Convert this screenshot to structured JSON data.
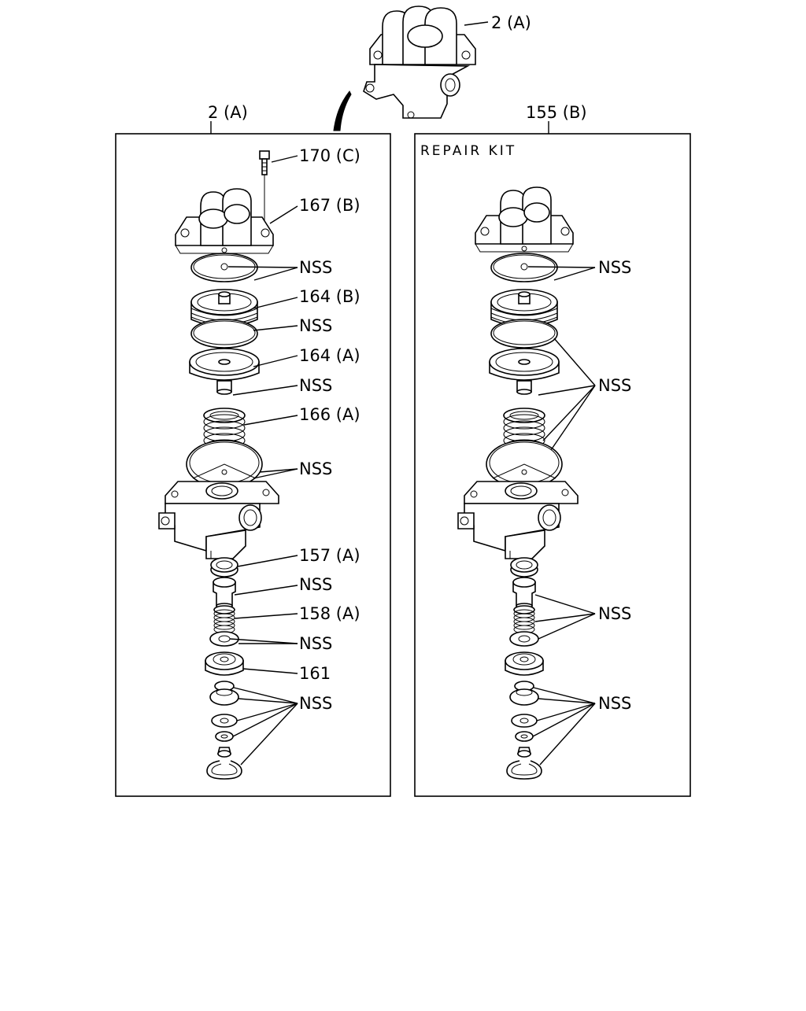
{
  "top_callout": "2 (A)",
  "left_panel": {
    "title": "2 (A)",
    "labels": {
      "l170c": "170 (C)",
      "l167b": "167 (B)",
      "nss1": "NSS",
      "l164b": "164 (B)",
      "nss2": "NSS",
      "l164a": "164 (A)",
      "nss3": "NSS",
      "l166a": "166 (A)",
      "nss4": "NSS",
      "l157a": "157 (A)",
      "nss5": "NSS",
      "l158a": "158 (A)",
      "nss6": "NSS",
      "l161": "161",
      "nss7": "NSS"
    }
  },
  "right_panel": {
    "title": "155 (B)",
    "subtitle": "REPAIR KIT",
    "labels": {
      "nss1": "NSS",
      "nss2": "NSS",
      "nss3": "NSS",
      "nss4": "NSS"
    }
  }
}
